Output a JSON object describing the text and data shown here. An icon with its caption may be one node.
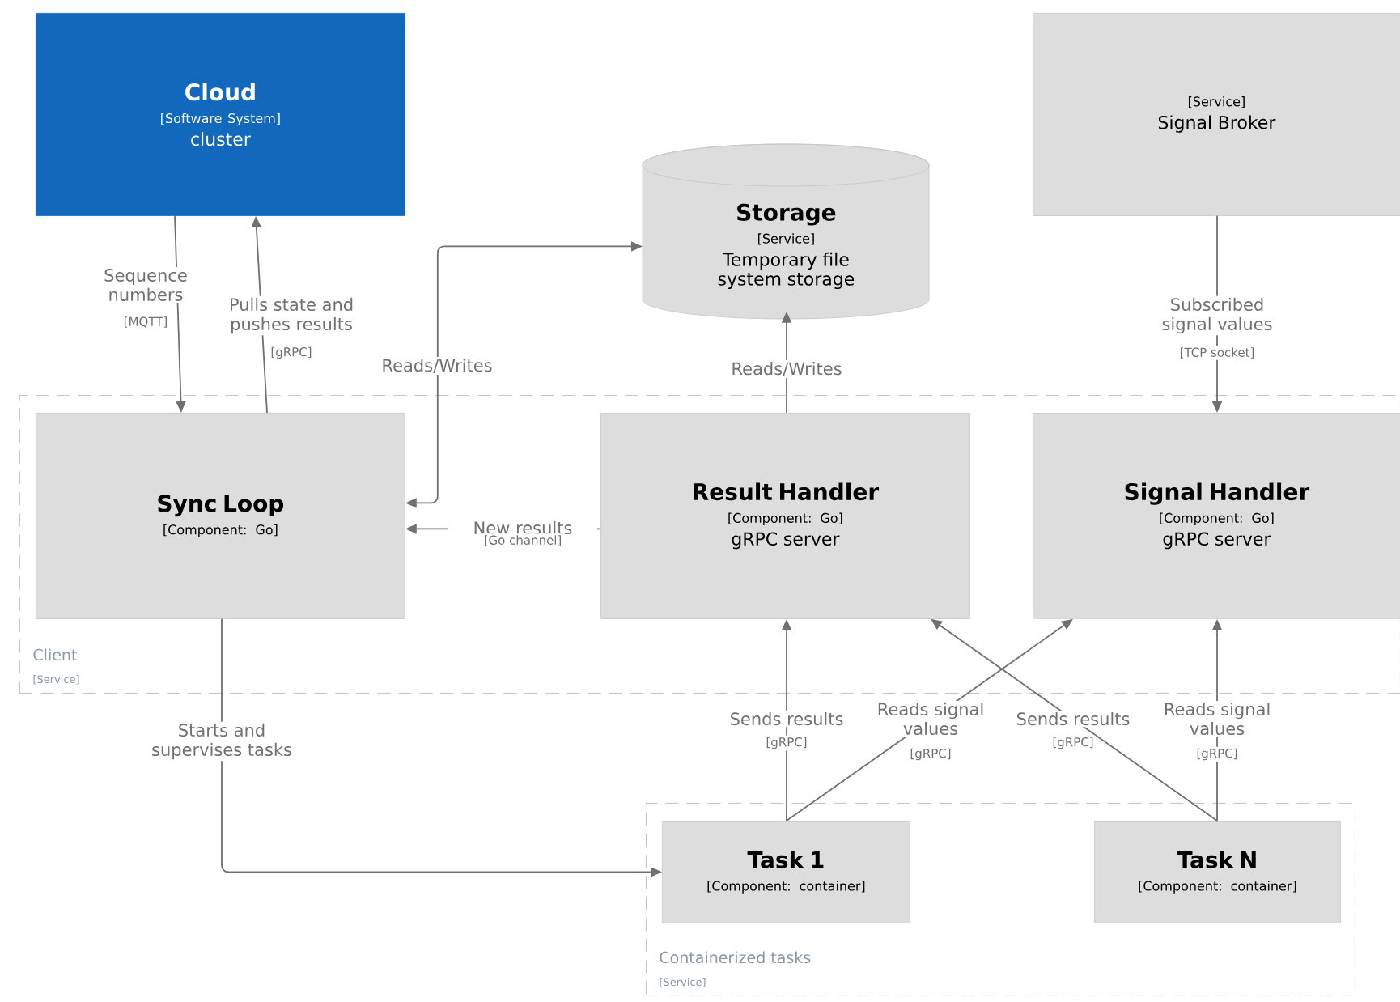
{
  "diagram": {
    "nodes": [
      {
        "text": [
          "Cloud",
          "[Software System]",
          "cluster"
        ]
      },
      {
        "text": [
          "Storage",
          "[Service]",
          "Temporary file system storage"
        ]
      },
      {
        "text": [
          "[Service]",
          "Signal Broker"
        ]
      },
      {
        "text": [
          "Client",
          "[Service]"
        ]
      },
      {
        "text": [
          "Sync Loop",
          "[Component: Go]"
        ],
        "in": 3
      },
      {
        "text": [
          "Result Handler",
          "[Component: Go]",
          "gRPC server"
        ],
        "in": 3
      },
      {
        "text": [
          "Signal Handler",
          "[Component: Go]",
          "gRPC server"
        ],
        "in": 3
      },
      {
        "text": [
          "Containerized tasks",
          "[Service]"
        ]
      },
      {
        "text": [
          "Task 1",
          "[Component: container]"
        ],
        "in": 7
      },
      {
        "text": [
          "Task N",
          "[Component: container]"
        ],
        "in": 7
      }
    ],
    "edges": [
      {
        "from": 0,
        "to": 4,
        "arrow": "to",
        "label": "Sequence numbers"
      },
      {
        "from": 4,
        "to": 0,
        "arrow": "to",
        "label": "Pulls state and pushes results"
      },
      {
        "from": 4,
        "to": 1,
        "arrow": "both",
        "label": "Reads/Writes"
      },
      {
        "from": 5,
        "to": 1,
        "arrow": "to",
        "label": "Reads/Writes"
      },
      {
        "from": 2,
        "to": 6,
        "arrow": "to",
        "label": "Subscribed signal values"
      },
      {
        "from": 5,
        "to": 4,
        "arrow": "to",
        "label": "New results"
      },
      {
        "from": 4,
        "to": 8,
        "arrow": "to",
        "label": "Starts and supervises tasks"
      },
      {
        "from": 8,
        "to": 5,
        "arrow": "to",
        "label": "Sends results"
      },
      {
        "from": 8,
        "to": 6,
        "arrow": "to",
        "label": "Reads signal values"
      },
      {
        "from": 9,
        "to": 5,
        "arrow": "to",
        "label": "Sends results"
      },
      {
        "from": 9,
        "to": 6,
        "arrow": "to",
        "label": "Reads signal values"
      }
    ],
    "labels": [
      "[MQTT]",
      "[gRPC]",
      "[TCP socket]",
      "[Go channel]",
      "[gRPC]",
      "[gRPC]",
      "[gRPC]",
      "[gRPC]"
    ]
  }
}
